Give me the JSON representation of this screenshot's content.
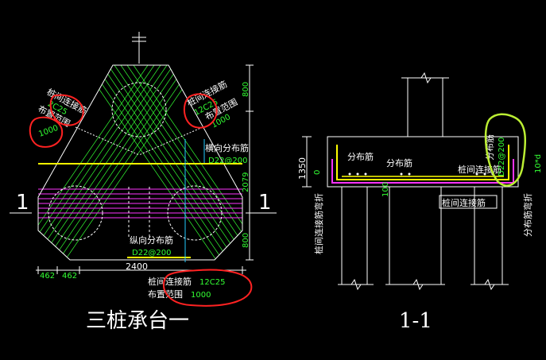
{
  "colors": {
    "background": "#000000",
    "outline": "#ffffff",
    "rebar_green": "#33ff33",
    "rebar_magenta": "#ff33ff",
    "rebar_yellow": "#ffff00",
    "annotation_red": "#ff2222",
    "annotation_lime": "#bbee33",
    "section_cyan": "#22ccff"
  },
  "plan": {
    "title": "三桩承台一",
    "section_mark_left": "1",
    "section_mark_right": "1",
    "left_tie": {
      "name": "桩间连接筋",
      "spec": "2C25",
      "range_label": "布置范围",
      "range_value": "1000"
    },
    "right_tie": {
      "name": "桩间连接筋",
      "spec": "12C25",
      "range_label": "布置范围",
      "range_value": "1000"
    },
    "transverse": {
      "name": "横向分布筋",
      "spec": "D22@200"
    },
    "longitudinal": {
      "name": "纵向分布筋",
      "spec": "D22@200"
    },
    "bottom_tie": {
      "name": "桩间连接筋",
      "spec": "12C25",
      "range_label": "布置范围",
      "range_value": "1000"
    },
    "dims_right": [
      "800",
      "2079",
      "800"
    ],
    "dims_bottom": [
      "462",
      "462"
    ],
    "dim_total": "2400"
  },
  "section": {
    "title": "1-1",
    "height_dim": "1350",
    "zero_mark": "0",
    "cover_mark": "100",
    "dist_rebar_1": "分布筋",
    "dist_rebar_2": "分布筋",
    "tie_rebar": "桩间连接筋",
    "tie_rebar_bottom": "桩间连接筋",
    "tie_bend_left": "桩间连接筋弯折",
    "dist_bend_right": "分布筋弯折",
    "dist_rebar_vertical": "分布筋",
    "dist_rebar_vertical_spec": "D22@200",
    "bend_length": "10*d"
  }
}
